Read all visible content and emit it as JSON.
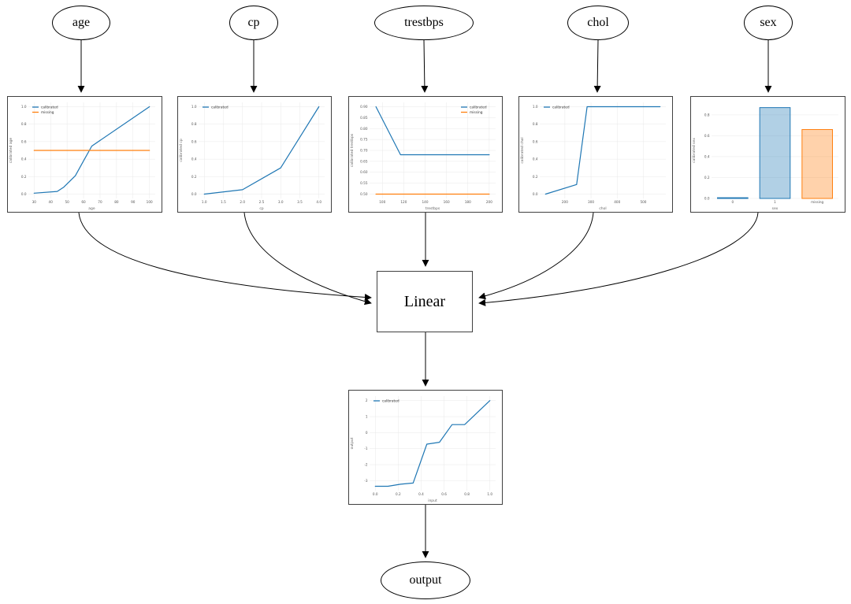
{
  "diagram": {
    "input_nodes": [
      {
        "label": "age"
      },
      {
        "label": "cp"
      },
      {
        "label": "trestbps"
      },
      {
        "label": "chol"
      },
      {
        "label": "sex"
      }
    ],
    "combiner_label": "Linear",
    "output_label": "output",
    "edges": [
      {
        "from": "age",
        "to": "age calibrator"
      },
      {
        "from": "cp",
        "to": "cp calibrator"
      },
      {
        "from": "trestbps",
        "to": "trestbps calibrator"
      },
      {
        "from": "chol",
        "to": "chol calibrator"
      },
      {
        "from": "sex",
        "to": "sex calibrator"
      },
      {
        "from": "age calibrator",
        "to": "Linear"
      },
      {
        "from": "cp calibrator",
        "to": "Linear"
      },
      {
        "from": "trestbps calibrator",
        "to": "Linear"
      },
      {
        "from": "chol calibrator",
        "to": "Linear"
      },
      {
        "from": "sex calibrator",
        "to": "Linear"
      },
      {
        "from": "Linear",
        "to": "output calibrator"
      },
      {
        "from": "output calibrator",
        "to": "output"
      }
    ],
    "colors": {
      "calibrated": "#1f77b4",
      "missing": "#ff7f0e",
      "edge_stroke": "#000000"
    }
  },
  "chart_data": [
    {
      "type": "line",
      "title": "",
      "xlabel": "age",
      "ylabel": "calibrated age",
      "xlim": [
        26.5,
        103.5
      ],
      "ylim": [
        -0.05,
        1.05
      ],
      "x_ticks": [
        30,
        40,
        50,
        60,
        70,
        80,
        90,
        100
      ],
      "x_tick_labels": [
        "30",
        "40",
        "50",
        "60",
        "70",
        "80",
        "90",
        "100"
      ],
      "y_ticks": [
        0.0,
        0.2,
        0.4,
        0.6,
        0.8,
        1.0
      ],
      "y_tick_labels": [
        "0.0",
        "0.2",
        "0.4",
        "0.6",
        "0.8",
        "1.0"
      ],
      "series": [
        {
          "name": "calibrated",
          "color": "#1f77b4",
          "points": [
            [
              30,
              0.01
            ],
            [
              44,
              0.03
            ],
            [
              48,
              0.08
            ],
            [
              55,
              0.21
            ],
            [
              60,
              0.38
            ],
            [
              65,
              0.55
            ],
            [
              100,
              1.0
            ]
          ]
        },
        {
          "name": "missing",
          "color": "#ff7f0e",
          "points": [
            [
              30,
              0.5
            ],
            [
              100,
              0.5
            ]
          ]
        }
      ],
      "legend": {
        "position": "top-left",
        "entries": [
          {
            "label": "calibrated",
            "color": "#1f77b4"
          },
          {
            "label": "missing",
            "color": "#ff7f0e"
          }
        ]
      }
    },
    {
      "type": "line",
      "title": "",
      "xlabel": "cp",
      "ylabel": "calibrated cp",
      "xlim": [
        0.85,
        4.15
      ],
      "ylim": [
        -0.05,
        1.05
      ],
      "x_ticks": [
        1.0,
        1.5,
        2.0,
        2.5,
        3.0,
        3.5,
        4.0
      ],
      "x_tick_labels": [
        "1.0",
        "1.5",
        "2.0",
        "2.5",
        "3.0",
        "3.5",
        "4.0"
      ],
      "y_ticks": [
        0.0,
        0.2,
        0.4,
        0.6,
        0.8,
        1.0
      ],
      "y_tick_labels": [
        "0.0",
        "0.2",
        "0.4",
        "0.6",
        "0.8",
        "1.0"
      ],
      "series": [
        {
          "name": "calibrated",
          "color": "#1f77b4",
          "points": [
            [
              1.0,
              0.0
            ],
            [
              2.0,
              0.05
            ],
            [
              3.0,
              0.3
            ],
            [
              4.0,
              1.0
            ]
          ]
        }
      ],
      "legend": {
        "position": "top-left",
        "entries": [
          {
            "label": "calibrated",
            "color": "#1f77b4"
          }
        ]
      }
    },
    {
      "type": "line",
      "title": "",
      "xlabel": "trestbps",
      "ylabel": "calibrated trestbps",
      "xlim": [
        88,
        206
      ],
      "ylim": [
        0.48,
        0.92
      ],
      "x_ticks": [
        100,
        120,
        140,
        160,
        180,
        200
      ],
      "x_tick_labels": [
        "100",
        "120",
        "140",
        "160",
        "180",
        "200"
      ],
      "y_ticks": [
        0.5,
        0.55,
        0.6,
        0.65,
        0.7,
        0.75,
        0.8,
        0.85,
        0.9
      ],
      "y_tick_labels": [
        "0.50",
        "0.55",
        "0.60",
        "0.65",
        "0.70",
        "0.75",
        "0.80",
        "0.85",
        "0.90"
      ],
      "series": [
        {
          "name": "calibrated",
          "color": "#1f77b4",
          "points": [
            [
              94,
              0.9
            ],
            [
              117,
              0.68
            ],
            [
              200,
              0.68
            ]
          ]
        },
        {
          "name": "missing",
          "color": "#ff7f0e",
          "points": [
            [
              94,
              0.5
            ],
            [
              200,
              0.5
            ]
          ]
        }
      ],
      "legend": {
        "position": "top-right",
        "entries": [
          {
            "label": "calibrated",
            "color": "#1f77b4"
          },
          {
            "label": "missing",
            "color": "#ff7f0e"
          }
        ]
      }
    },
    {
      "type": "line",
      "title": "",
      "xlabel": "chol",
      "ylabel": "calibrated chol",
      "xlim": [
        104,
        586
      ],
      "ylim": [
        -0.05,
        1.05
      ],
      "x_ticks": [
        200,
        300,
        400,
        500
      ],
      "x_tick_labels": [
        "200",
        "300",
        "400",
        "500"
      ],
      "y_ticks": [
        0.0,
        0.2,
        0.4,
        0.6,
        0.8,
        1.0
      ],
      "y_tick_labels": [
        "0.0",
        "0.2",
        "0.4",
        "0.6",
        "0.8",
        "1.0"
      ],
      "series": [
        {
          "name": "calibrated",
          "color": "#1f77b4",
          "points": [
            [
              126,
              0.0
            ],
            [
              245,
              0.11
            ],
            [
              285,
              1.0
            ],
            [
              564,
              1.0
            ]
          ]
        }
      ],
      "legend": {
        "position": "top-left",
        "entries": [
          {
            "label": "calibrated",
            "color": "#1f77b4"
          }
        ]
      }
    },
    {
      "type": "bar",
      "title": "",
      "xlabel": "sex",
      "ylabel": "calibrated sex",
      "categories": [
        "0",
        "1",
        "missing"
      ],
      "values": [
        0.007,
        0.87,
        0.66
      ],
      "bar_edge": [
        "#1f77b4",
        "#1f77b4",
        "#ff7f0e"
      ],
      "bar_fill": [
        "rgba(31,119,180,0.35)",
        "rgba(31,119,180,0.35)",
        "rgba(255,127,14,0.35)"
      ],
      "ylim": [
        0,
        0.92
      ],
      "y_ticks": [
        0.0,
        0.2,
        0.4,
        0.6,
        0.8
      ],
      "y_tick_labels": [
        "0.0",
        "0.2",
        "0.4",
        "0.6",
        "0.8"
      ]
    },
    {
      "type": "line",
      "title": "",
      "xlabel": "input",
      "ylabel": "output",
      "xlim": [
        -0.05,
        1.05
      ],
      "ylim": [
        -3.62,
        2.28
      ],
      "x_ticks": [
        0.0,
        0.2,
        0.4,
        0.6,
        0.8,
        1.0
      ],
      "x_tick_labels": [
        "0.0",
        "0.2",
        "0.4",
        "0.6",
        "0.8",
        "1.0"
      ],
      "y_ticks": [
        -3,
        -2,
        -1,
        0,
        1,
        2
      ],
      "y_tick_labels": [
        "-3",
        "-2",
        "-1",
        "0",
        "1",
        "2"
      ],
      "series": [
        {
          "name": "calibrated",
          "color": "#1f77b4",
          "points": [
            [
              0.0,
              -3.35
            ],
            [
              0.11,
              -3.35
            ],
            [
              0.22,
              -3.22
            ],
            [
              0.33,
              -3.15
            ],
            [
              0.45,
              -0.72
            ],
            [
              0.56,
              -0.6
            ],
            [
              0.67,
              0.5
            ],
            [
              0.78,
              0.5
            ],
            [
              1.0,
              2.0
            ]
          ]
        }
      ],
      "legend": {
        "position": "top-left",
        "entries": [
          {
            "label": "calibrated",
            "color": "#1f77b4"
          }
        ]
      }
    }
  ]
}
